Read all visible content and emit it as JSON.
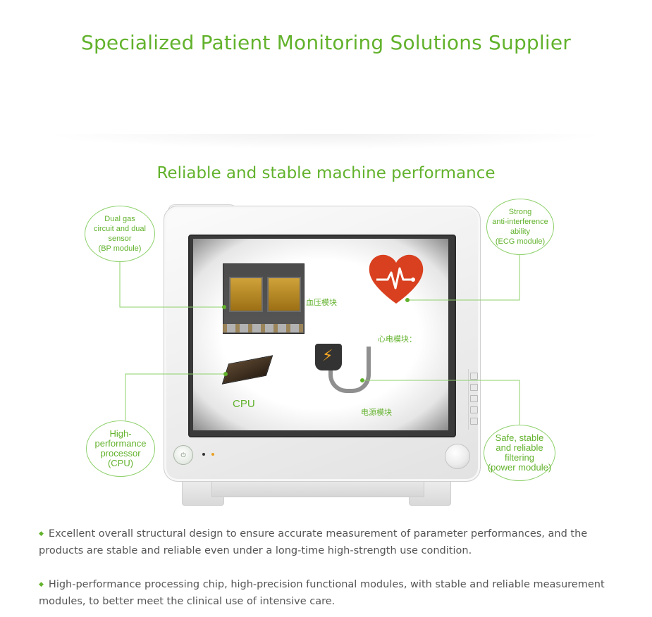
{
  "header": {
    "title": "Specialized Patient Monitoring Solutions Supplier"
  },
  "section": {
    "title": "Reliable and stable machine performance"
  },
  "screen": {
    "bp_label": "血压模块",
    "ecg_label": "心电模块：",
    "cpu_label": "CPU",
    "power_label": "电源模块"
  },
  "callouts": {
    "bp": "Dual gas\ncircuit and dual\nsensor\n(BP module)",
    "ecg": "Strong\nanti-interference\nability\n(ECG module)",
    "cpu": "High-\nperformance\nprocessor\n(CPU)",
    "power": "Safe, stable\nand reliable\nfiltering\n(power module)"
  },
  "paragraphs": [
    {
      "bullet": "◆",
      "text": "Excellent overall structural design to ensure accurate measurement of parameter performances, and the products are stable and reliable even under a long-time high-strength use condition."
    },
    {
      "bullet": "◆",
      "text": "High-performance processing chip, high-precision functional modules, with stable and reliable measurement modules, to better meet the clinical use of intensive care."
    }
  ],
  "colors": {
    "accent": "#62b22c",
    "callout_border": "#8dd06a",
    "body_text": "#555555",
    "heart": "#d9401f"
  },
  "icons": [
    "bp-module-chip-image",
    "heart-ecg-icon",
    "cpu-chip-image",
    "power-plug-icon",
    "power-button-icon",
    "control-knob"
  ]
}
